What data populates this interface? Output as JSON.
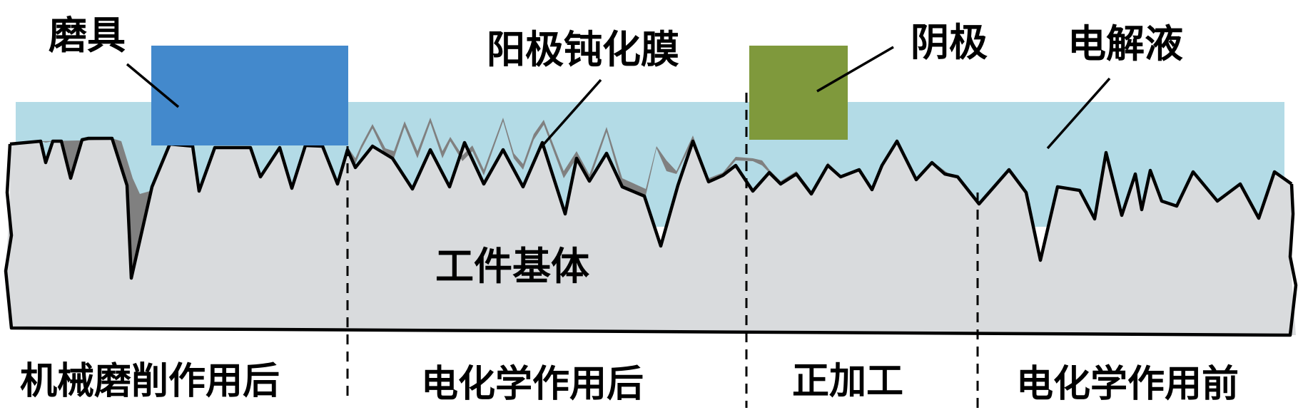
{
  "labels": {
    "grinding_tool": "磨具",
    "anode_passivation_film": "阳极钝化膜",
    "cathode": "阴极",
    "electrolyte": "电解液",
    "workpiece_substrate": "工件基体"
  },
  "stages": {
    "after_mechanical_grinding": "机械磨削作用后",
    "after_electrochemical": "电化学作用后",
    "machining": "正加工",
    "before_electrochemical": "电化学作用前"
  },
  "colors": {
    "electrolyte": "#b3dbe6",
    "substrate": "#d9dbdd",
    "passivation_film": "#808080",
    "grinding_tool": "#4389cc",
    "cathode": "#7f993c",
    "outline": "#000000"
  }
}
